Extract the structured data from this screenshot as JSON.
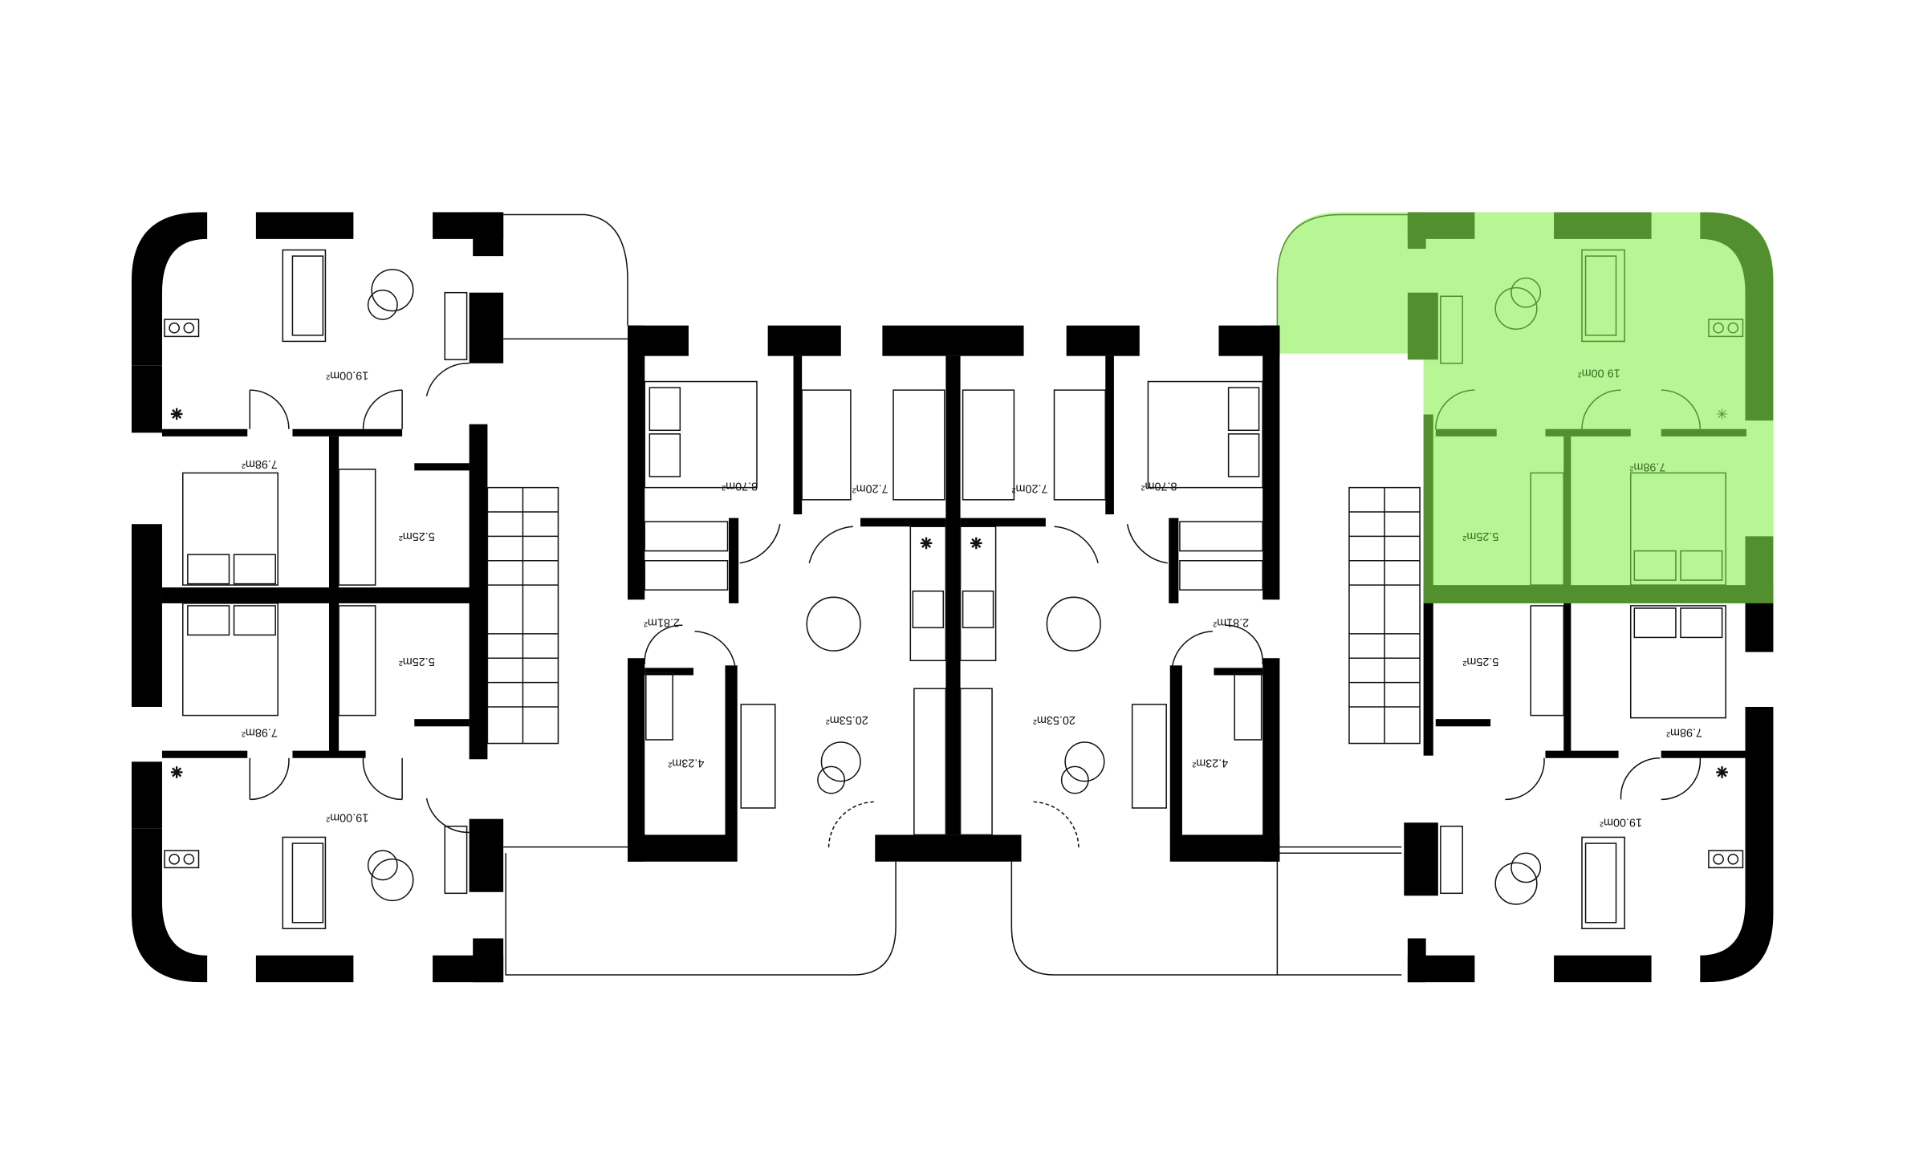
{
  "plan": {
    "highlight_color": "#b8f594",
    "highlight_wall_color": "#528f2f",
    "left_unit_top": {
      "living": "19.00m²",
      "bedroom": "7.98m²",
      "bath": "5.25m²"
    },
    "left_unit_bottom": {
      "living": "19.00m²",
      "bedroom": "7.98m²",
      "bath": "5.25m²"
    },
    "center_unit_left": {
      "bedroom_large": "8.70m²",
      "bedroom_small": "7.20m²",
      "hall": "2.81m²",
      "living": "20.53m²",
      "bath": "4.23m²"
    },
    "center_unit_right": {
      "bedroom_large": "8.70m²",
      "bedroom_small": "7.20m²",
      "hall": "2.81m²",
      "living": "20.53m²",
      "bath": "4.23m²"
    },
    "right_unit_top_highlighted": {
      "living": "19 00m²",
      "bedroom": "7.98m²",
      "bath": "5.25m²"
    },
    "right_unit_bottom": {
      "living": "19.00m²",
      "bedroom": "7.98m²",
      "bath": "5.25m²"
    }
  }
}
